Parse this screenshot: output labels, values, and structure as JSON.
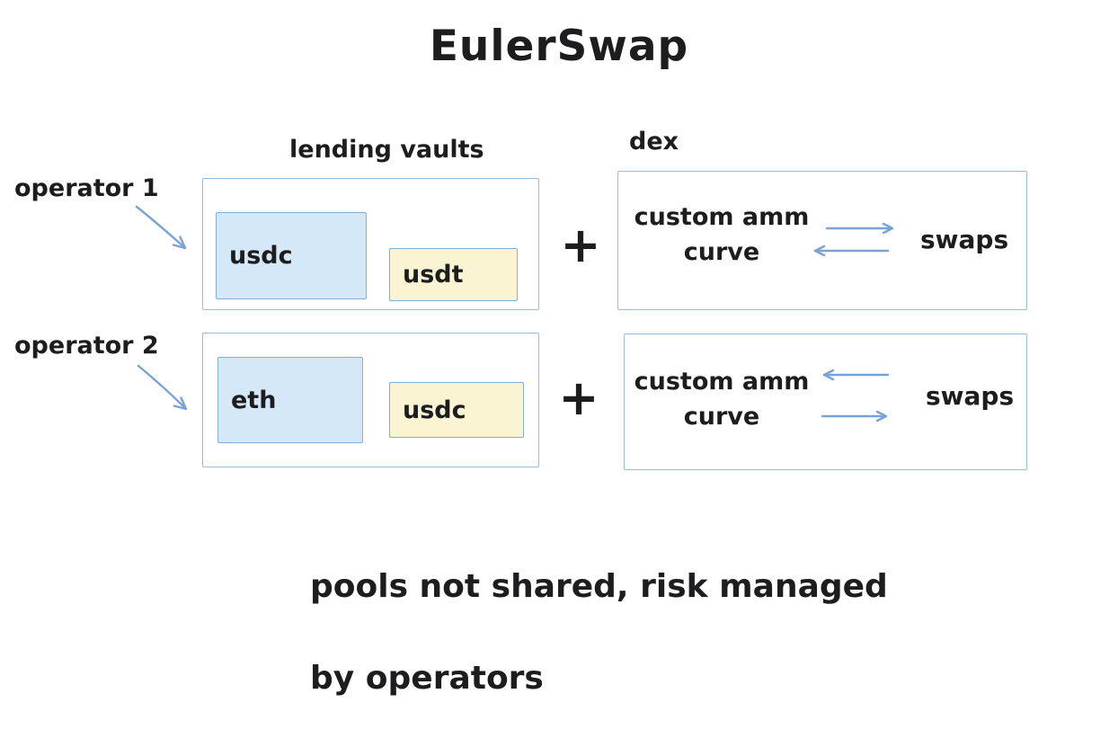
{
  "title": "EulerSwap",
  "labels": {
    "lending_vaults": "lending vaults",
    "dex": "dex",
    "plus": "+"
  },
  "rows": [
    {
      "operator": "operator 1",
      "vaults": [
        {
          "name": "usdc",
          "fill": "blue"
        },
        {
          "name": "usdt",
          "fill": "yellow"
        }
      ],
      "amm_line1": "custom amm",
      "amm_line2": "curve",
      "swaps": "swaps",
      "arrow_order": "top-right-bottom-left"
    },
    {
      "operator": "operator 2",
      "vaults": [
        {
          "name": "eth",
          "fill": "blue"
        },
        {
          "name": "usdc",
          "fill": "yellow"
        }
      ],
      "amm_line1": "custom amm",
      "amm_line2": "curve",
      "swaps": "swaps",
      "arrow_order": "top-left-bottom-right"
    }
  ],
  "footnote": {
    "line1": "pools not shared, risk managed",
    "line2": "by operators"
  },
  "icons": {
    "operator_arrow": "diagonal-arrow-down-right",
    "swap_arrows": "bidirectional-arrows"
  },
  "colors": {
    "ink": "#1d1d1f",
    "blue_fill": "#d4e8f8",
    "yellow_fill": "#fbf4d3",
    "inner_border": "#88aed4",
    "box_border": "#9bbcde",
    "arrow": "#7aa2d4",
    "bg": "#ffffff"
  }
}
